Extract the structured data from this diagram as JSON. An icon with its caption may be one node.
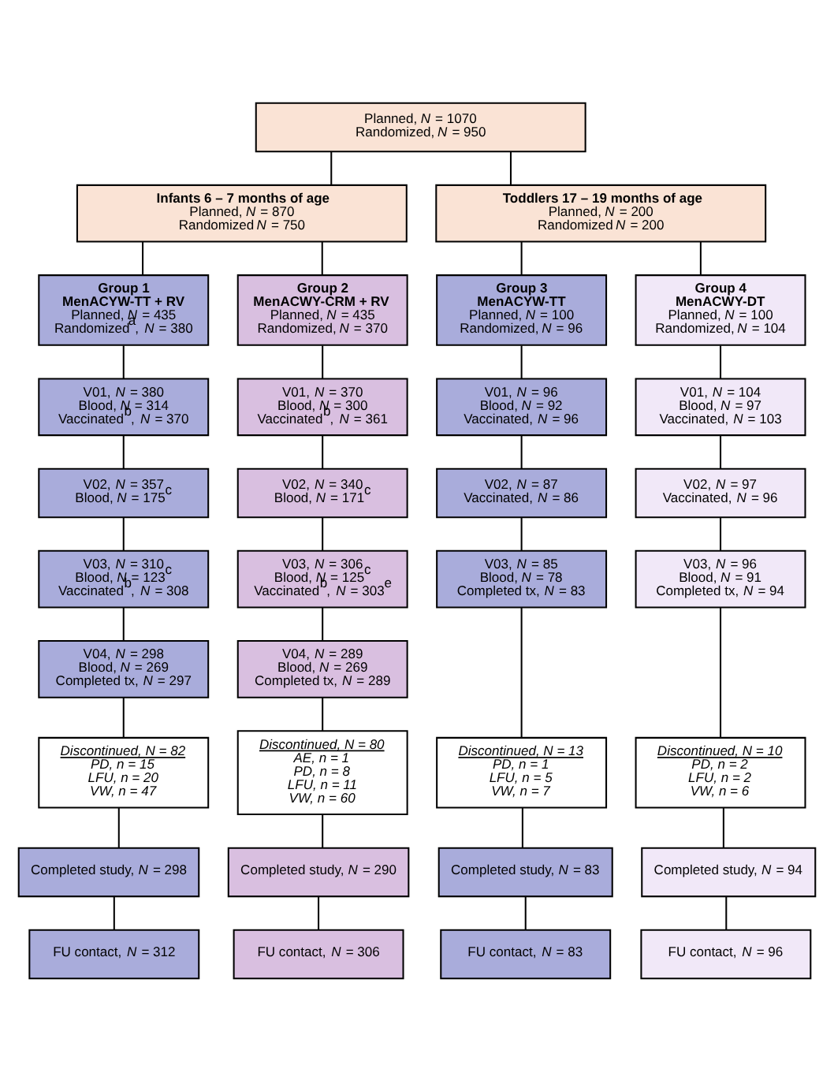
{
  "diagram": {
    "nodes": [
      {
        "text": [
          "Planned, *N* = 1070",
          "Randomized, *N* = 950"
        ]
      },
      {
        "text": [
          "Infants 6 – 7 months of age",
          "Planned, *N* = 870",
          "Randomized *N* = 750"
        ]
      },
      {
        "text": [
          "Toddlers 17 – 19 months of age",
          "Planned, *N* = 200",
          "Randomized *N* = 200"
        ]
      },
      {
        "text": [
          "Group 1",
          "MenACYW-TT + RV",
          "Planned, *N* = 435",
          "Randomized$^{a}$, *N* = 380"
        ]
      },
      {
        "text": [
          "Group 2",
          "MenACWY-CRM + RV",
          "Planned, *N* = 435",
          "Randomized, *N* = 370"
        ]
      },
      {
        "text": [
          "Group 3",
          "MenACYW-TT",
          "Planned, *N* = 100",
          "Randomized, *N* = 96"
        ]
      },
      {
        "text": [
          "Group 4",
          "MenACWY-DT",
          "Planned, *N* = 100",
          "Randomized, *N* = 104"
        ]
      },
      {
        "text": [
          "V01, *N* = 380",
          "Blood, *N* = 314",
          "Vaccinated$^{b}$, *N* = 370"
        ]
      },
      {
        "text": [
          "V01, *N* = 370",
          "Blood, *N* = 300",
          "Vaccinated$^{b}$, *N* = 361"
        ]
      },
      {
        "text": [
          "V01, *N* = 96",
          "Blood, *N* = 92",
          "Vaccinated, *N* = 96"
        ]
      },
      {
        "text": [
          "V01, *N* = 104",
          "Blood, *N* = 97",
          "Vaccinated, *N* = 103"
        ]
      },
      {
        "text": [
          "V02, *N* = 357",
          "Blood, *N* = 175$^{c}$"
        ]
      },
      {
        "text": [
          "V02, *N* = 340",
          "Blood, *N* = 171$^{c}$"
        ]
      },
      {
        "text": [
          "V02, *N* = 87",
          "Vaccinated, *N* = 86"
        ]
      },
      {
        "text": [
          "V02, *N* = 97",
          "Vaccinated, *N* = 96"
        ]
      },
      {
        "text": [
          "V03, *N* = 310",
          "Blood, *N* = 123$^{c}$",
          "Vaccinated$^{b}$, *N* = 308"
        ]
      },
      {
        "text": [
          "V03, *N* = 306",
          "Blood, *N* = 125$^{c}$",
          "Vaccinated$^{b}$, *N* = 303$^{e}$"
        ]
      },
      {
        "text": [
          "V03, *N* = 85",
          "Blood, *N* = 78",
          "Completed tx, *N* = 83"
        ]
      },
      {
        "text": [
          "V03, *N* = 96",
          "Blood, *N* = 91",
          "Completed tx, *N* = 94"
        ]
      },
      {
        "text": [
          "V04, *N* = 298",
          "Blood, *N* = 269",
          "Completed tx, *N* = 297"
        ]
      },
      {
        "text": [
          "V04, *N* = 289",
          "Blood, *N* = 269",
          "Completed tx, *N* = 289"
        ]
      },
      {
        "text": [
          "Discontinued, N = 82",
          "PD, n = 15",
          "LFU, n = 20",
          "VW, n = 47"
        ]
      },
      {
        "text": [
          "Discontinued, N = 80",
          "AE, n = 1",
          "PD, n = 8",
          "LFU, n = 11",
          "VW, n = 60"
        ]
      },
      {
        "text": [
          "Discontinued, N = 13",
          "PD, n = 1",
          "LFU, n = 5",
          "VW, n = 7"
        ]
      },
      {
        "text": [
          "Discontinued, N = 10",
          "PD, n = 2",
          "LFU, n = 2",
          "VW, n = 6"
        ]
      },
      {
        "text": [
          "Completed study, *N* = 298"
        ]
      },
      {
        "text": [
          "Completed study, *N* = 290"
        ]
      },
      {
        "text": [
          "Completed study, *N* = 83"
        ]
      },
      {
        "text": [
          "Completed study, *N* = 94"
        ]
      },
      {
        "text": [
          "FU contact, *N* = 312"
        ]
      },
      {
        "text": [
          "FU contact, *N* = 306"
        ]
      },
      {
        "text": [
          "FU contact, *N* = 83"
        ]
      },
      {
        "text": [
          "FU contact, *N* = 96"
        ]
      }
    ],
    "edges": [
      {
        "from": 0,
        "to": 1,
        "arrow": "none"
      },
      {
        "from": 0,
        "to": 2,
        "arrow": "none"
      },
      {
        "from": 1,
        "to": 3,
        "arrow": "none"
      },
      {
        "from": 1,
        "to": 4,
        "arrow": "none"
      },
      {
        "from": 2,
        "to": 5,
        "arrow": "none"
      },
      {
        "from": 2,
        "to": 6,
        "arrow": "none"
      },
      {
        "from": 3,
        "to": 7,
        "arrow": "none"
      },
      {
        "from": 4,
        "to": 8,
        "arrow": "none"
      },
      {
        "from": 5,
        "to": 9,
        "arrow": "none"
      },
      {
        "from": 6,
        "to": 10,
        "arrow": "none"
      },
      {
        "from": 7,
        "to": 11,
        "arrow": "none"
      },
      {
        "from": 8,
        "to": 12,
        "arrow": "none"
      },
      {
        "from": 9,
        "to": 13,
        "arrow": "none"
      },
      {
        "from": 10,
        "to": 14,
        "arrow": "none"
      },
      {
        "from": 11,
        "to": 15,
        "arrow": "none"
      },
      {
        "from": 12,
        "to": 16,
        "arrow": "none"
      },
      {
        "from": 13,
        "to": 17,
        "arrow": "none"
      },
      {
        "from": 14,
        "to": 18,
        "arrow": "none"
      },
      {
        "from": 15,
        "to": 19,
        "arrow": "none"
      },
      {
        "from": 16,
        "to": 20,
        "arrow": "none"
      },
      {
        "from": 19,
        "to": 21,
        "arrow": "none"
      },
      {
        "from": 20,
        "to": 22,
        "arrow": "none"
      },
      {
        "from": 17,
        "to": 23,
        "arrow": "none"
      },
      {
        "from": 18,
        "to": 24,
        "arrow": "none"
      },
      {
        "from": 21,
        "to": 25,
        "arrow": "none"
      },
      {
        "from": 22,
        "to": 26,
        "arrow": "none"
      },
      {
        "from": 23,
        "to": 27,
        "arrow": "none"
      },
      {
        "from": 24,
        "to": 28,
        "arrow": "none"
      },
      {
        "from": 25,
        "to": 29,
        "arrow": "none"
      },
      {
        "from": 26,
        "to": 30,
        "arrow": "none"
      },
      {
        "from": 27,
        "to": 31,
        "arrow": "none"
      },
      {
        "from": 28,
        "to": 32,
        "arrow": "none"
      }
    ]
  }
}
